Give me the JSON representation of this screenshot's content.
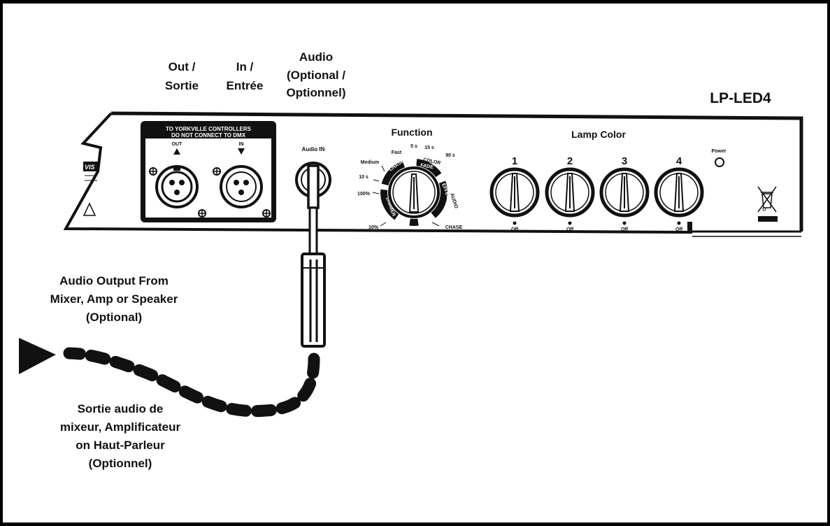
{
  "labels": {
    "out": [
      "Out /",
      "Sortie"
    ],
    "in": [
      "In /",
      "Entrée"
    ],
    "audio": [
      "Audio",
      "(Optional /",
      "Optionnel)"
    ],
    "model": "LP-LED4",
    "audio_source_en": [
      "Audio Output From",
      "Mixer, Amp or Speaker",
      "(Optional)"
    ],
    "audio_source_fr": [
      "Sortie audio de",
      "mixeur, Amplificateur",
      "on Haut-Parleur",
      "(Optionnel)"
    ]
  },
  "panel": {
    "brand_fragment": "VIS",
    "warning": [
      "TO YORKVILLE CONTROLLERS",
      "DO NOT CONNECT TO DMX"
    ],
    "out_label": "OUT",
    "in_label": "IN",
    "audio_in_label": "Audio IN",
    "function_title": "Function",
    "function_ticks": {
      "fast": "Fast",
      "medium": "Medium",
      "s10": "10 s",
      "p100": "100%",
      "p10": "10%",
      "s5": "5 s",
      "s15": "15 s",
      "s90": "90 s",
      "chase": "CHASE"
    },
    "function_segments": {
      "chase": "CHASE",
      "fade": "FADE",
      "color": "COLOR",
      "effects": "EFFECTS",
      "audio": "AUDIO",
      "dimmer": "DIMMER"
    },
    "lamp_title": "Lamp Color",
    "lamps": [
      {
        "number": "1",
        "off": "Off"
      },
      {
        "number": "2",
        "off": "Off"
      },
      {
        "number": "3",
        "off": "Off"
      },
      {
        "number": "4",
        "off": "Off"
      }
    ],
    "power_label": "Power"
  },
  "icons": {
    "xlr_out": "xlr-male-connector-icon",
    "xlr_in": "xlr-female-connector-icon",
    "jack": "quarter-inch-jack-icon",
    "weee": "crossed-out-bin-icon",
    "arrow": "signal-arrow-icon"
  },
  "colors": {
    "ink": "#111111",
    "paper": "#ffffff",
    "frame": "#000000"
  }
}
